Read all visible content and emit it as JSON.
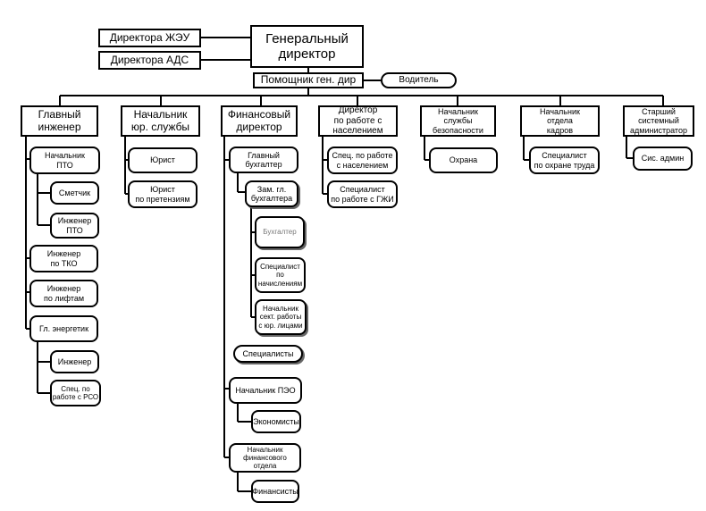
{
  "top": {
    "director_zheu": "Директора ЖЭУ",
    "director_ads": "Директора АДС",
    "general_director": "Генеральный\nдиректор",
    "assistant": "Помощник ген. дир",
    "driver": "Водитель"
  },
  "heads": {
    "chief_engineer": "Главный\nинженер",
    "legal_head": "Начальник\nюр. службы",
    "finance_director": "Финансовый\nдиректор",
    "population_director": "Директор\nпо работе с\nнаселением",
    "security_head": "Начальник\nслужбы\nбезопасности",
    "hr_head": "Начальник\nотдела\nкадров",
    "sysadmin_head": "Старший\nсистемный\nадминистратор"
  },
  "engineering": {
    "pto_head": "Начальник\nПТО",
    "estimator": "Сметчик",
    "pto_engineer": "Инженер\nПТО",
    "tko_engineer": "Инженер\nпо ТКО",
    "lift_engineer": "Инженер\nпо лифтам",
    "chief_power": "Гл. энергетик",
    "engineer": "Инженер",
    "rso_specialist": "Спец. по\nработе с РСО"
  },
  "legal": {
    "lawyer": "Юрист",
    "claims_lawyer": "Юрист\nпо претензиям"
  },
  "finance": {
    "chief_accountant": "Главный\nбухгалтер",
    "deputy_accountant": "Зам. гл.\nбухгалтера",
    "accountant": "Бухгалтер",
    "accrual_specialist": "Специалист\nпо\nначислениям",
    "legal_entities_head": "Начальник\nсект. работы\nс юр. лицами",
    "specialists": "Специалисты",
    "peo_head": "Начальник ПЭО",
    "economists": "Экономисты",
    "fin_dept_head": "Начальник\nфинансового\nотдела",
    "financiers": "Финансисты"
  },
  "population": {
    "population_specialist": "Спец. по работе\nс населением",
    "gzhi_specialist": "Специалист\nпо работе с ГЖИ"
  },
  "security": {
    "guard": "Охрана"
  },
  "hr": {
    "labor_safety": "Специалист\nпо охране труда"
  },
  "it": {
    "sysadmin": "Сис. админ"
  }
}
